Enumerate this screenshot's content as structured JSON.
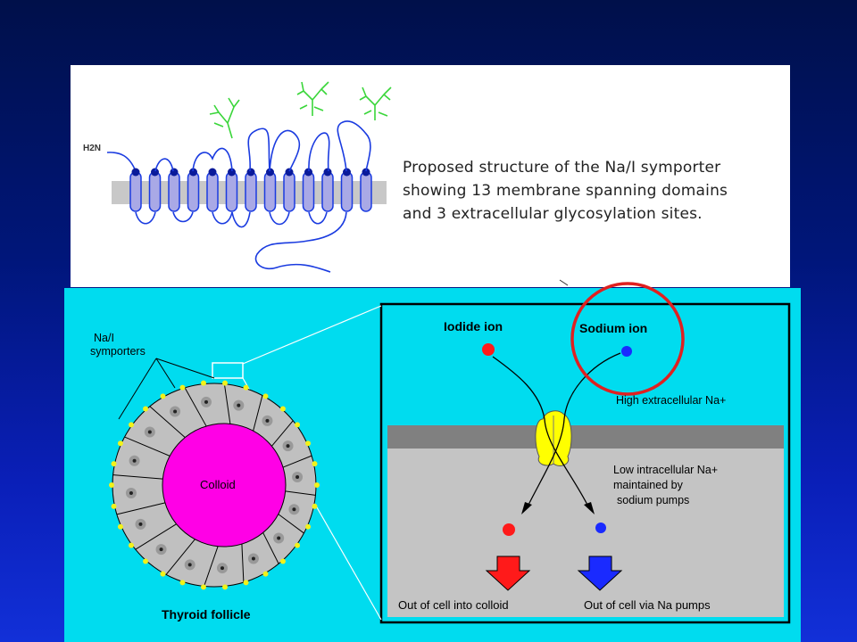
{
  "slide": {
    "background": "#0a1fb8"
  },
  "top_panel": {
    "h2n_label": "H2N",
    "caption_lines": [
      "Proposed structure of the Na/I symporter",
      "showing 13 membrane spanning domains",
      "and 3 extracellular glycosylation sites."
    ],
    "helix_count": 13,
    "glycosylation_sites": 3,
    "colors": {
      "membrane": "#c8c8c8",
      "helix": "#a9a9e6",
      "chain": "#1a3be0",
      "glycan": "#3ad63a",
      "bead": "#0a1a9a"
    }
  },
  "bottom_panel": {
    "follicle": {
      "symporters_label_line1": "Na/I",
      "symporters_label_line2": "symporters",
      "colloid_label": "Colloid",
      "follicle_label": "Thyroid follicle",
      "colors": {
        "colloid": "#ff00e6",
        "cells": "#c0c0c0",
        "dots": "#f2f21a"
      }
    },
    "zoom": {
      "iodide_label": "Iodide ion",
      "sodium_label": "Sodium ion",
      "extracellular_text": "High extracellular Na+",
      "intracellular_text_line1": "Low intracellular Na+",
      "intracellular_text_line2": "maintained by",
      "intracellular_text_line3": "sodium pumps",
      "out_colloid_text": "Out of cell into colloid",
      "out_na_text": "Out of cell via Na pumps",
      "colors": {
        "iodide": "#ff1a1a",
        "sodium": "#1a2aff",
        "symporter": "#ffff00",
        "membrane": "#808080",
        "highlight": "#e02020"
      }
    }
  }
}
